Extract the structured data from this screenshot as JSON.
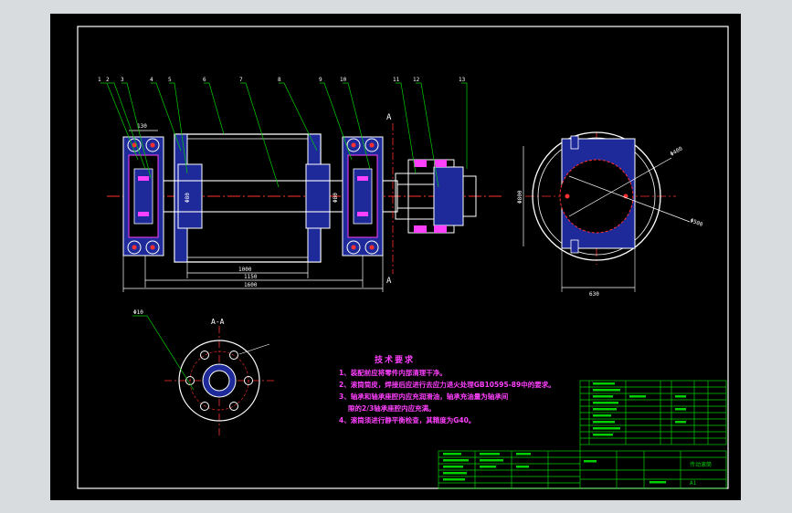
{
  "drawing": {
    "background": "#000000",
    "colors": {
      "border": "#ffffff",
      "outline": "#ffffff",
      "leader": "#00d000",
      "centerline": "#ff3030",
      "body_fill": "#1e2a9a",
      "detail": "#ff40ff",
      "hole": "#ff3030",
      "table": "#00d000",
      "text_magenta": "#ff40ff",
      "dim": "#ffffff"
    },
    "balloons": [
      "1",
      "2",
      "3",
      "4",
      "5",
      "6",
      "7",
      "8",
      "9",
      "10",
      "11",
      "12",
      "13"
    ],
    "dims": {
      "top_bearing": "130",
      "inner_length": "1000",
      "mid_length": "1150",
      "total_length": "1600",
      "shaft_left": "Φ80",
      "shaft_right": "Φ80",
      "end_height": "Φ800",
      "end_width": "630",
      "end_diameter": "Φ400",
      "end_dia2": "Φ500",
      "section_leader": "Φ10"
    },
    "section_mark": "A",
    "section_title": "A-A",
    "requirements": {
      "title": "技术要求",
      "items": [
        "1、装配前应将零件内部清理干净。",
        "2、滚筒筒皮，焊接后应进行去应力退火处理GB10595-89中的要求。",
        "3、轴承和轴承座腔内应充润滑油，轴承充油量为轴承间",
        "隙的2/3轴承座腔内应充满。",
        "4、滚筒须进行静平衡检查，其精度为G40。"
      ]
    },
    "title_block": {
      "name": "传动滚筒",
      "drawing_no": "A1"
    }
  }
}
